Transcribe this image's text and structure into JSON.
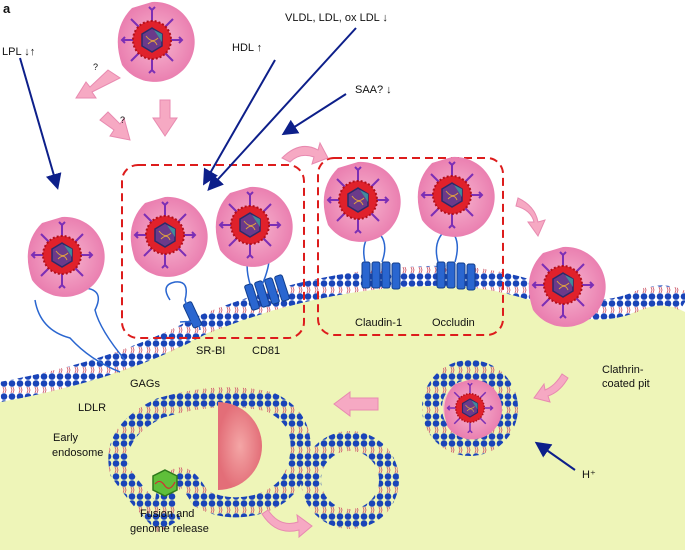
{
  "panel_label": "a",
  "labels": {
    "lpl": "LPL ↓↑",
    "vldl": "VLDL, LDL, ox LDL ↓",
    "hdl": "HDL ↑",
    "saa": "SAA? ↓",
    "q1": "?",
    "q2": "?",
    "sr_bi": "SR-BI",
    "cd81": "CD81",
    "claudin": "Claudin-1",
    "occludin": "Occludin",
    "clathrin_1": "Clathrin-",
    "clathrin_2": "coated pit",
    "gags": "GAGs",
    "ldlr": "LDLR",
    "early_1": "Early",
    "early_2": "endosome",
    "fusion_1": "Fusion and",
    "fusion_2": "genome release",
    "hplus": "H⁺"
  },
  "colors": {
    "cytoplasm": "#eef5b8",
    "lipid_head": "#1a44b8",
    "lipid_tail": "#d06070",
    "receptor": "#2a66d0",
    "virus_halo": "#f08cb8",
    "capsid": "#e0212b",
    "arrow_blue": "#0d1f8a",
    "block_arrow": "#f6a9c3",
    "box_dash": "#dd1c1c"
  }
}
